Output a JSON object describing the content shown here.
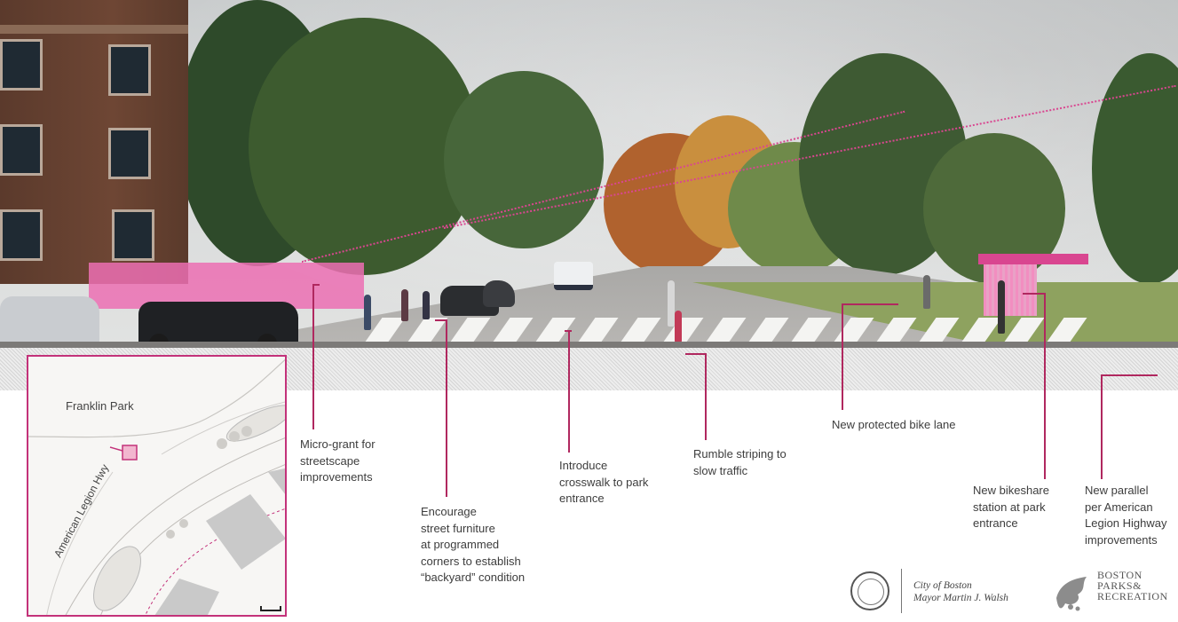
{
  "map": {
    "park_label": "Franklin Park",
    "road_label": "American Legion Hwy"
  },
  "callouts": [
    {
      "id": "micro-grant",
      "text": "Micro-grant for\nstreetscape\nimprovements"
    },
    {
      "id": "street-furniture",
      "text": "Encourage\nstreet furniture\nat programmed\ncorners to establish\n“backyard” condition"
    },
    {
      "id": "crosswalk",
      "text": "Introduce\ncrosswalk to park\nentrance"
    },
    {
      "id": "rumble-striping",
      "text": "Rumble striping to\nslow traffic"
    },
    {
      "id": "bike-lane",
      "text": "New protected bike lane"
    },
    {
      "id": "bikeshare",
      "text": "New bikeshare\nstation at park\nentrance"
    },
    {
      "id": "parallel",
      "text": "New parallel\nper American\nLegion Highway\nimprovements"
    }
  ],
  "logos": {
    "city_text": "City of Boston\nMayor Martin J. Walsh",
    "parks_text": "BOSTON\nPARKS&\nRECREATION"
  },
  "colors": {
    "accent": "#c3327a",
    "callout_line": "#b0285f",
    "pink_wall": "#ec6fb3"
  }
}
